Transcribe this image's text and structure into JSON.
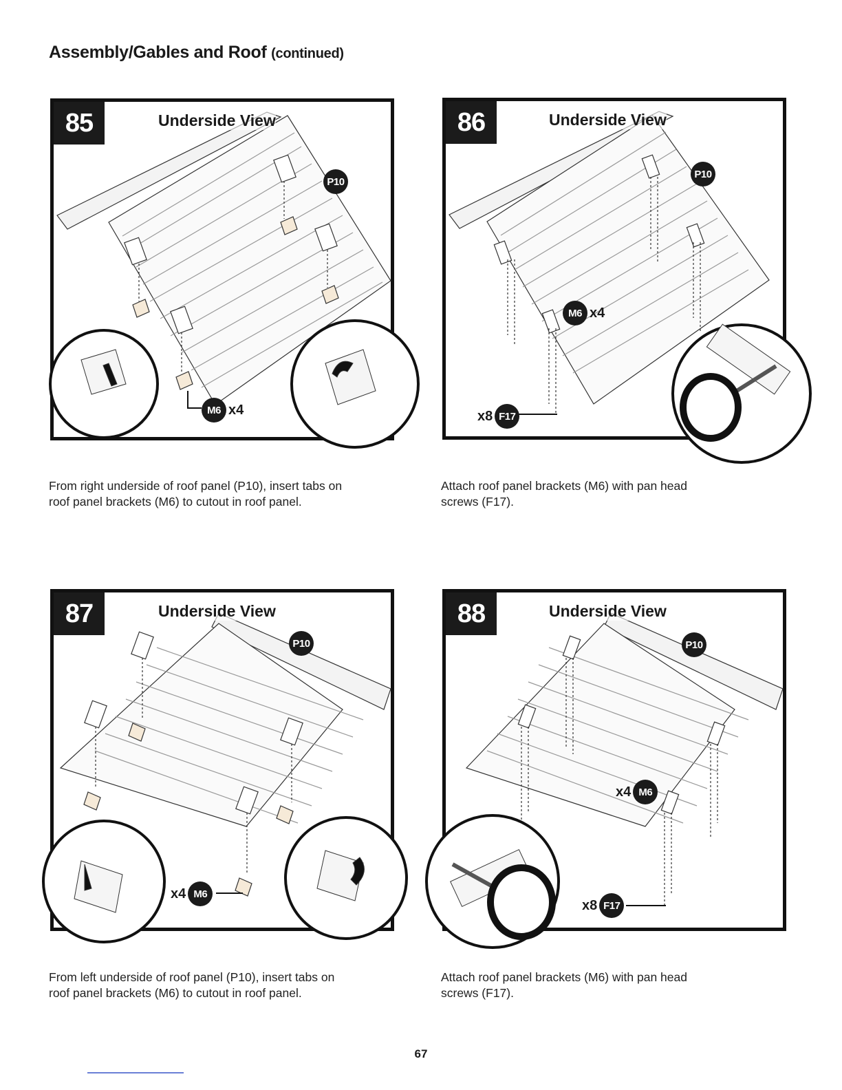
{
  "page": {
    "title": "Assembly/Gables and Roof",
    "title_suffix": "(continued)",
    "page_number": "67"
  },
  "steps": [
    {
      "number": "85",
      "view_label": "Underside View",
      "callouts": [
        {
          "part": "P10"
        },
        {
          "part": "M6",
          "qty": "x4"
        }
      ],
      "caption_lines": [
        "From right underside of roof panel (P10), insert tabs on",
        "roof panel brackets (M6) to cutout in roof panel."
      ]
    },
    {
      "number": "86",
      "view_label": "Underside View",
      "callouts": [
        {
          "part": "P10"
        },
        {
          "part": "M6",
          "qty": "x4"
        },
        {
          "part": "F17",
          "qty": "x8"
        }
      ],
      "caption_lines": [
        "Attach roof panel brackets (M6) with pan head",
        "screws (F17)."
      ]
    },
    {
      "number": "87",
      "view_label": "Underside View",
      "callouts": [
        {
          "part": "P10"
        },
        {
          "part": "M6",
          "qty": "x4"
        }
      ],
      "caption_lines": [
        "From left underside of roof panel (P10), insert tabs on",
        "roof panel brackets (M6) to cutout in roof panel."
      ]
    },
    {
      "number": "88",
      "view_label": "Underside View",
      "callouts": [
        {
          "part": "P10"
        },
        {
          "part": "M6",
          "qty": "x4"
        },
        {
          "part": "F17",
          "qty": "x8"
        }
      ],
      "caption_lines": [
        "Attach roof panel brackets (M6) with pan head",
        "screws (F17)."
      ]
    }
  ]
}
